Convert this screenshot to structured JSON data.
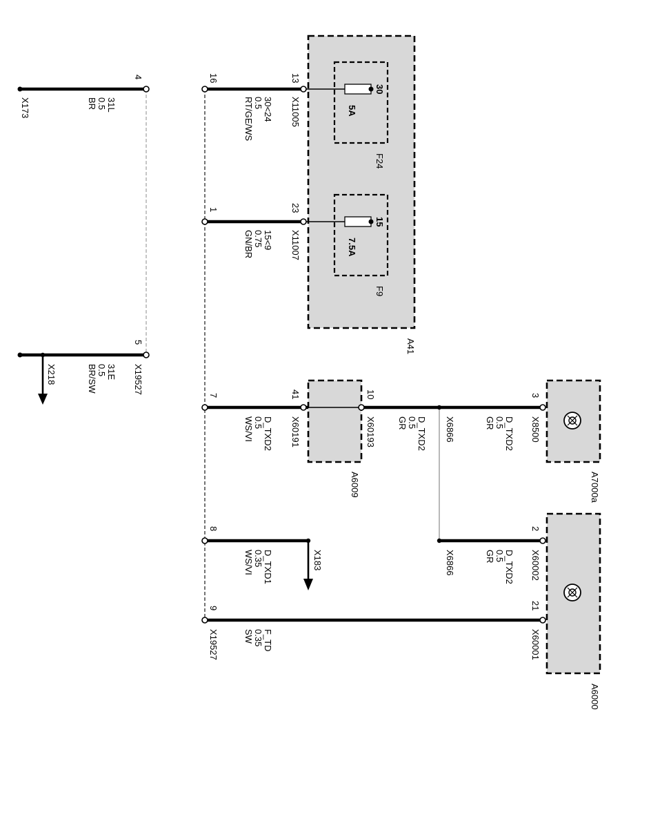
{
  "components": {
    "a41": {
      "name": "A41"
    },
    "f24": {
      "name": "F24",
      "pin": "30",
      "rating": "5A"
    },
    "f9": {
      "name": "F9",
      "pin": "15",
      "rating": "7.5A"
    },
    "a7000a": {
      "name": "A7000a"
    },
    "a6009": {
      "name": "A6009"
    },
    "a6000": {
      "name": "A6000"
    }
  },
  "wires": [
    {
      "id": "w1",
      "pin_from": "13",
      "connector_from": "X11005",
      "pin_to": "16",
      "signal": "30<24",
      "size": "0.5",
      "color": "RT/GE/WS"
    },
    {
      "id": "w2",
      "pin_from": "23",
      "connector_from": "X11007",
      "pin_to": "1",
      "signal": "15<9",
      "size": "0.75",
      "color": "GN/BR"
    },
    {
      "id": "w3",
      "pin_from": "4",
      "connector_to": "X173",
      "signal": "31L",
      "size": "0.5",
      "color": "BR"
    },
    {
      "id": "w4",
      "pin_from": "5",
      "connector_from": "X19527",
      "connector_to": "X218",
      "signal": "31E",
      "size": "0.5",
      "color": "BR/SW"
    },
    {
      "id": "w5",
      "pin_from": "3",
      "connector_from": "X8500",
      "connector_to": "X6866",
      "signal": "D_TXD2",
      "size": "0.5",
      "color": "GR"
    },
    {
      "id": "w6",
      "pin_from": "10",
      "connector_from": "X60193",
      "signal": "D_TXD2",
      "size": "0.5",
      "color": "GR"
    },
    {
      "id": "w7",
      "pin_from": "41",
      "connector_from": "X60191",
      "pin_to": "7",
      "signal": "D_TXD2",
      "size": "0.5",
      "color": "WS/VI"
    },
    {
      "id": "w8",
      "pin_from": "2",
      "connector_from": "X60002",
      "connector_to": "X6866",
      "signal": "D_TXD2",
      "size": "0.5",
      "color": "GR"
    },
    {
      "id": "w9",
      "pin_from": "8",
      "connector_to": "X183",
      "signal": "D_TXD1",
      "size": "0.35",
      "color": "WS/VI"
    },
    {
      "id": "w10",
      "pin_from": "21",
      "connector_from": "X60001",
      "pin_to": "9",
      "connector_to": "X19527",
      "signal": "F_TD",
      "size": "0.35",
      "color": "SW"
    }
  ],
  "icons": [
    "bus-connector-icon",
    "bus-connector-icon"
  ]
}
